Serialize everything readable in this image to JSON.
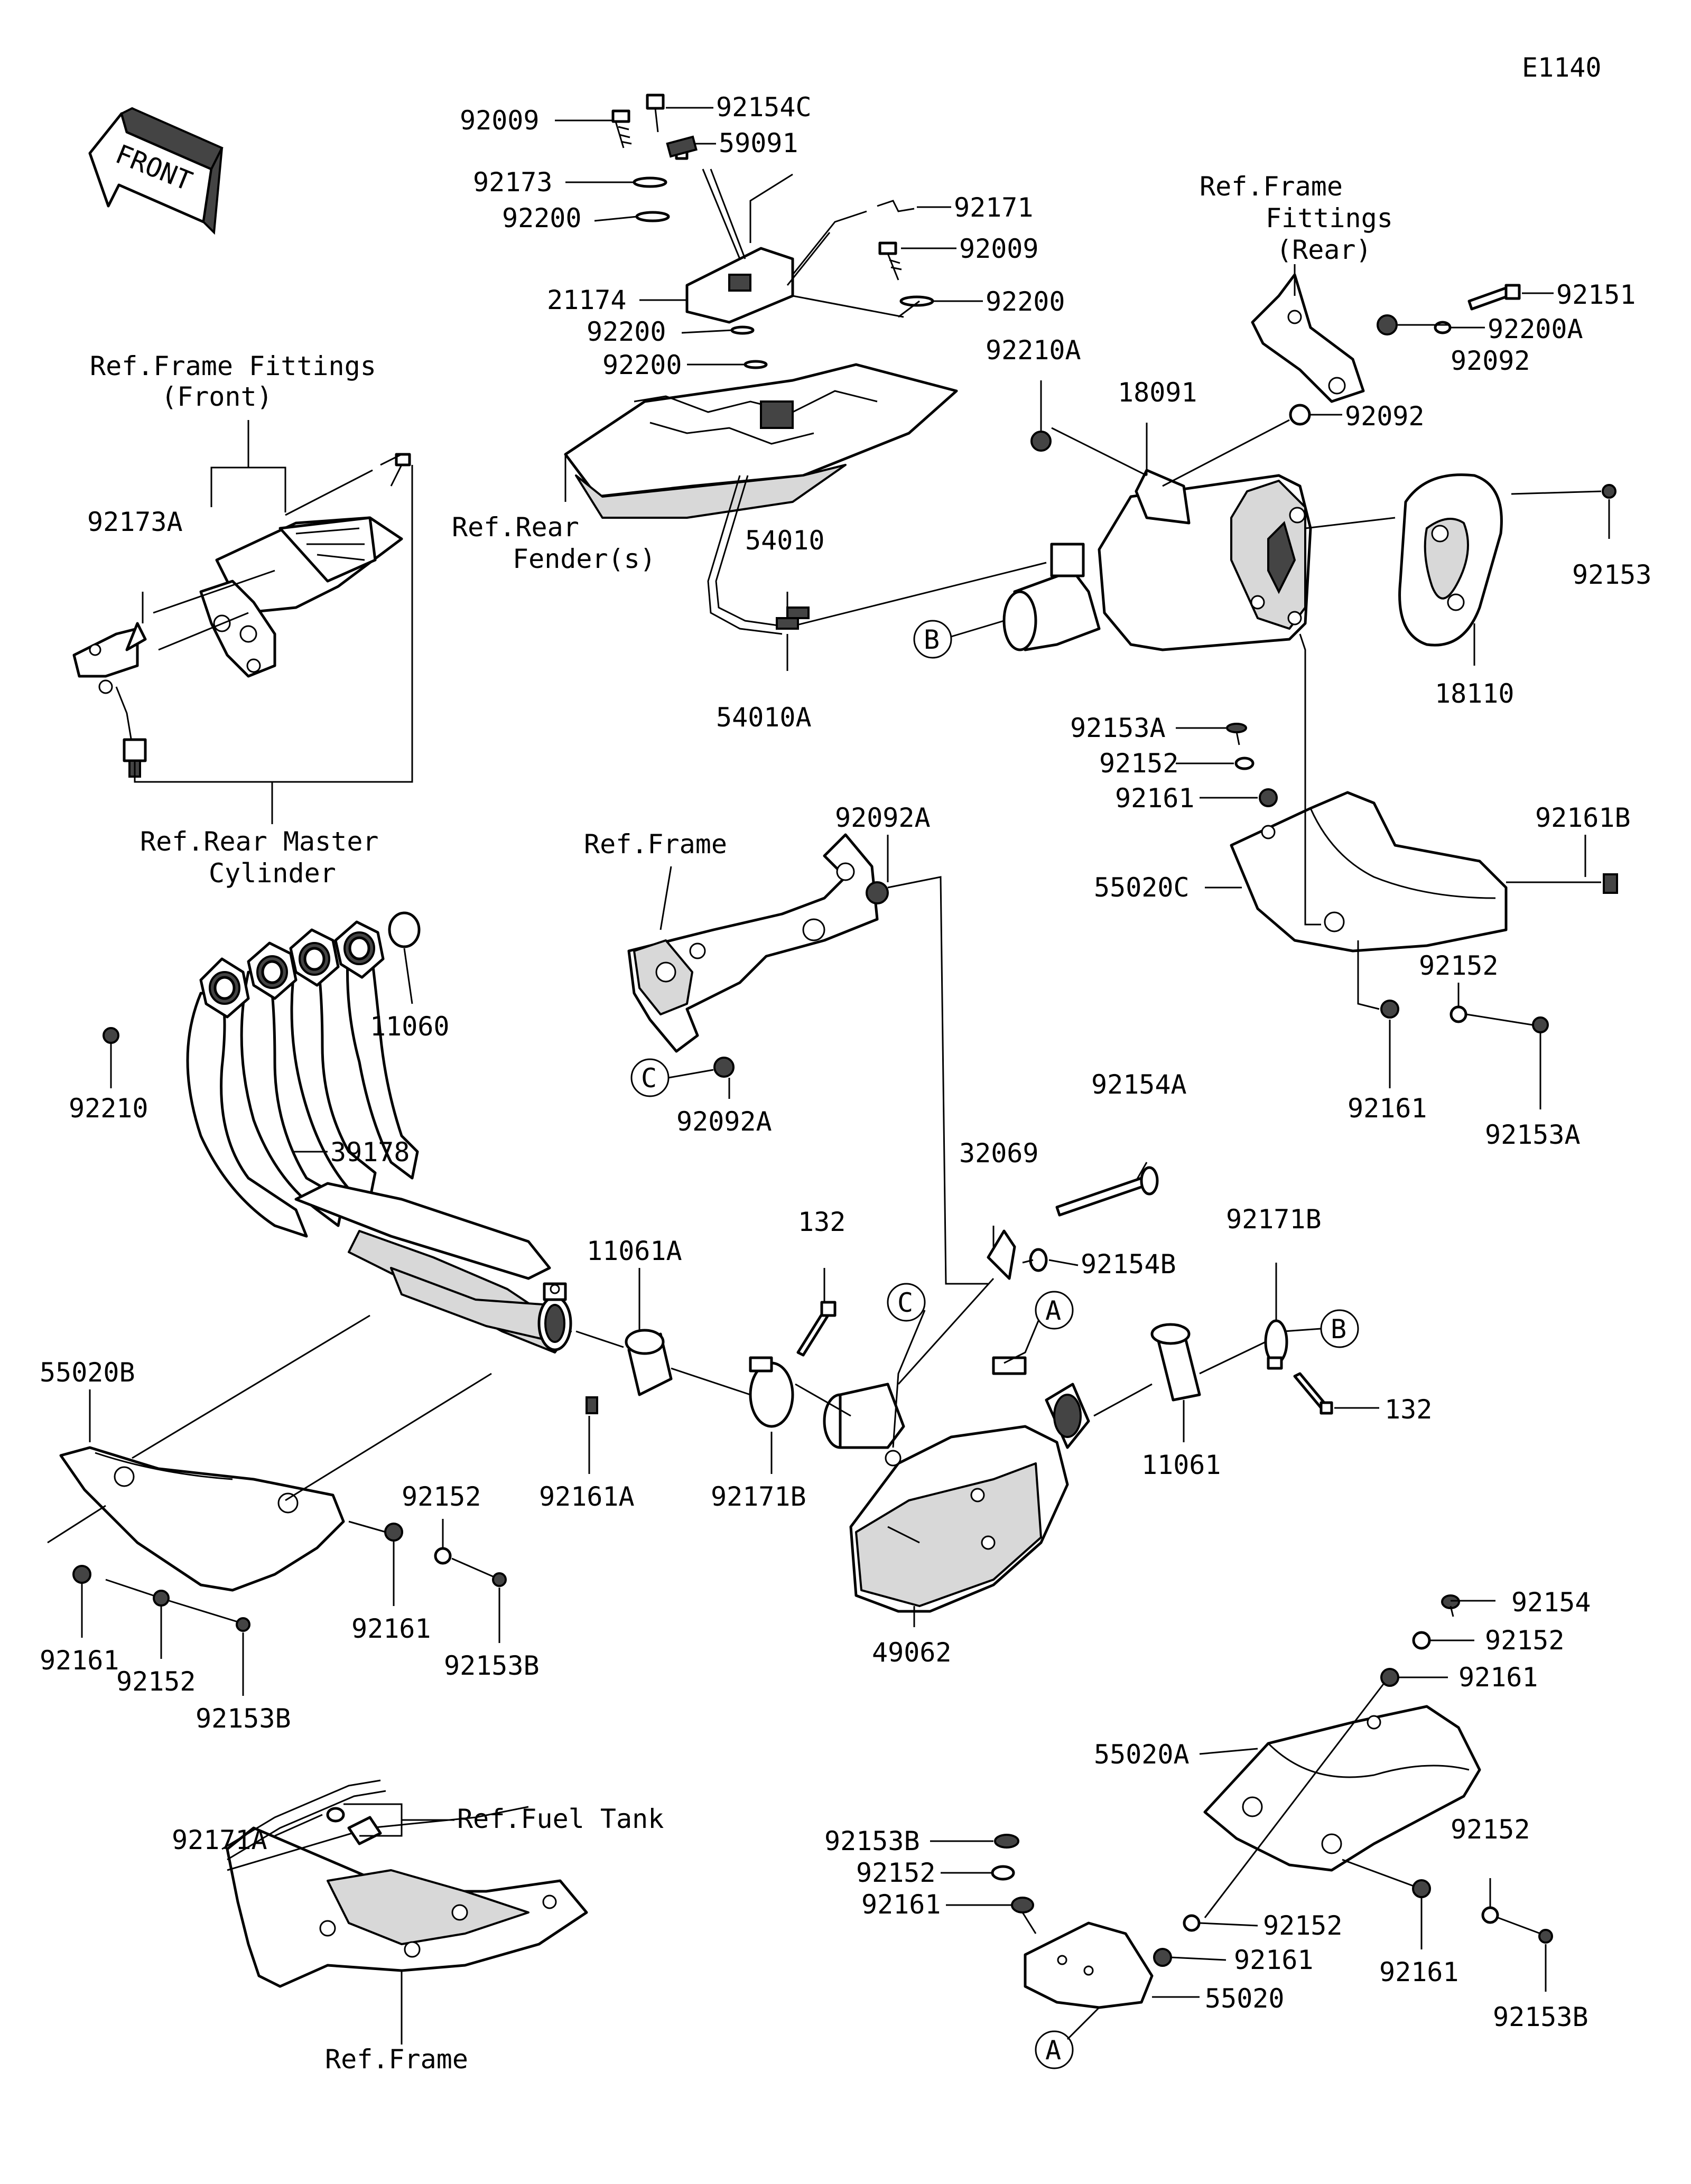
{
  "diagram_id": "E1140",
  "direction_arrow": "FRONT",
  "callouts": [
    "A",
    "B",
    "C"
  ],
  "reference_notes": {
    "frame_fittings_front": [
      "Ref.Frame Fittings",
      "(Front)"
    ],
    "rear_master_cylinder": [
      "Ref.Rear Master",
      "Cylinder"
    ],
    "rear_fender": [
      "Ref.Rear",
      "Fender(s)"
    ],
    "frame_fittings_rear": [
      "Ref.Frame",
      "Fittings",
      "(Rear)"
    ],
    "frame_mid": "Ref.Frame",
    "fuel_tank": "Ref.Fuel Tank",
    "frame_bottom": "Ref.Frame"
  },
  "part_labels": {
    "p92009_top": "92009",
    "p92154C": "92154C",
    "p59091": "59091",
    "p92173": "92173",
    "p92200_a": "92200",
    "p92171": "92171",
    "p92009_mid": "92009",
    "p21174": "21174",
    "p92200_b": "92200",
    "p92200_c": "92200",
    "p92200_d": "92200",
    "p92151": "92151",
    "p92200A": "92200A",
    "p92092_a": "92092",
    "p92210A": "92210A",
    "p18091": "18091",
    "p92092_b": "92092",
    "p92173A": "92173A",
    "p54010": "54010",
    "p54010A": "54010A",
    "p92153": "92153",
    "p18110": "18110",
    "p92153A_top": "92153A",
    "p92152_top": "92152",
    "p92161_top": "92161",
    "p92161B": "92161B",
    "p55020C": "55020C",
    "p92092A_top": "92092A",
    "p92092A_bottom": "92092A",
    "p92152_right": "92152",
    "p92161_right": "92161",
    "p92153A_right": "92153A",
    "p11060": "11060",
    "p39178": "39178",
    "p92210": "92210",
    "p92154A": "92154A",
    "p32069": "32069",
    "p92154B": "92154B",
    "p132_top": "132",
    "p11061A": "11061A",
    "p92171B_right": "92171B",
    "p132_right": "132",
    "p55020B": "55020B",
    "p92161A": "92161A",
    "p92171B_mid": "92171B",
    "p11061": "11061",
    "p49062": "49062",
    "p92152_left": "92152",
    "p92161_left": "92161",
    "p92153B_left": "92153B",
    "p92161_leftb": "92161",
    "p92152_leftb": "92152",
    "p92153B_leftb": "92153B",
    "p92154": "92154",
    "p92152_br1": "92152",
    "p92161_br1": "92161",
    "p55020A": "55020A",
    "p92171A": "92171A",
    "p92153B_bl": "92153B",
    "p92152_bl": "92152",
    "p92161_bl": "92161",
    "p92152_br2": "92152",
    "p92152_br3": "92152",
    "p92161_br2": "92161",
    "p92161_br3": "92161",
    "p55020": "55020",
    "p92153B_br": "92153B"
  }
}
